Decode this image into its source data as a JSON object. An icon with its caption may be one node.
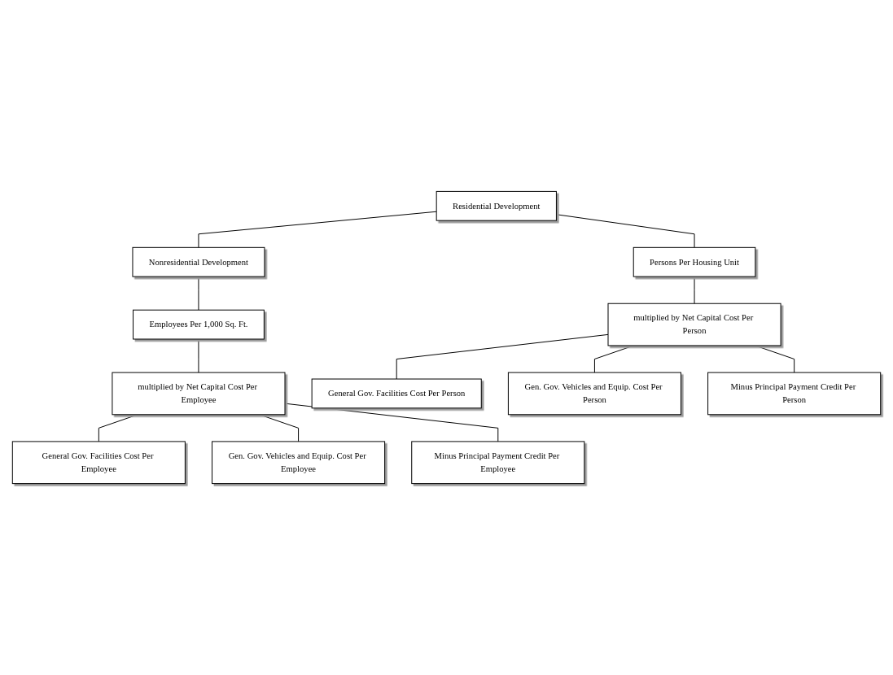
{
  "diagram": {
    "nodes": [
      {
        "text": [
          "Residential Development"
        ]
      },
      {
        "text": [
          "Nonresidential Development"
        ]
      },
      {
        "text": [
          "Persons Per Housing Unit"
        ]
      },
      {
        "text": [
          "Employees Per 1,000 Sq. Ft."
        ]
      },
      {
        "text": [
          "multiplied by Net Capital Cost Per Person"
        ]
      },
      {
        "text": [
          "multiplied by Net Capital Cost Per Employee"
        ]
      },
      {
        "text": [
          "General Gov. Facilities Cost Per Person"
        ]
      },
      {
        "text": [
          "General Gov. Facilities Cost Per Employee"
        ]
      },
      {
        "text": [
          "Gen. Gov. Vehicles and Equip. Cost Per Person"
        ]
      },
      {
        "text": [
          "Gen. Gov. Vehicles and Equip. Cost Per Employee"
        ]
      },
      {
        "text": [
          "Minus Principal Payment Credit Per Person"
        ]
      },
      {
        "text": [
          "Minus Principal Payment Credit Per Employee"
        ]
      }
    ],
    "edges": [
      {
        "from": 0,
        "to": 1,
        "arrow": "none"
      },
      {
        "from": 0,
        "to": 2,
        "arrow": "none"
      },
      {
        "from": 2,
        "to": 4,
        "arrow": "none"
      },
      {
        "from": 4,
        "to": 6,
        "arrow": "none"
      },
      {
        "from": 4,
        "to": 8,
        "arrow": "none"
      },
      {
        "from": 4,
        "to": 10,
        "arrow": "none"
      },
      {
        "from": 1,
        "to": 3,
        "arrow": "none"
      },
      {
        "from": 3,
        "to": 5,
        "arrow": "none"
      },
      {
        "from": 5,
        "to": 7,
        "arrow": "none"
      },
      {
        "from": 5,
        "to": 9,
        "arrow": "none"
      },
      {
        "from": 5,
        "to": 11,
        "arrow": "none"
      }
    ]
  }
}
